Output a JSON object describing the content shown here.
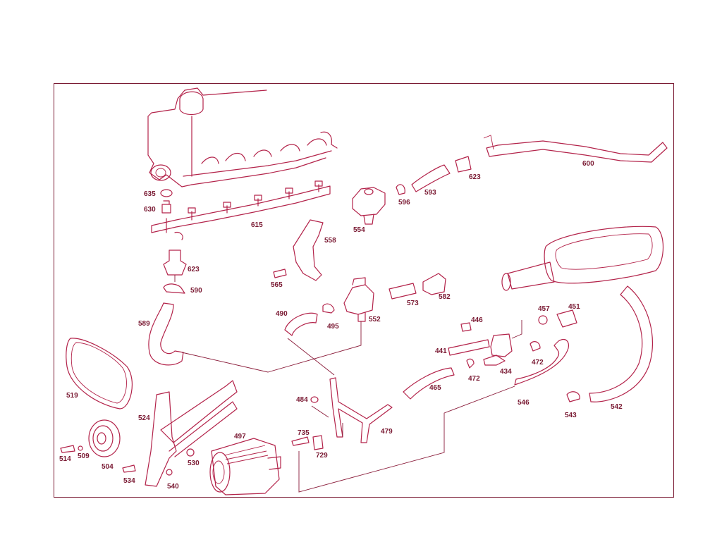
{
  "line_color": "#b3234a",
  "label_color": "#7a1a33",
  "part_numbers": {
    "p600": "600",
    "p623a": "623",
    "p593": "593",
    "p596": "596",
    "p554": "554",
    "p615": "615",
    "p635": "635",
    "p630": "630",
    "p623b": "623",
    "p590": "590",
    "p558": "558",
    "p565": "565",
    "p573": "573",
    "p582": "582",
    "p490": "490",
    "p495": "495",
    "p552": "552",
    "p589": "589",
    "p446": "446",
    "p457": "457",
    "p451": "451",
    "p441": "441",
    "p472a": "472",
    "p472b": "472",
    "p434": "434",
    "p465": "465",
    "p546": "546",
    "p543": "543",
    "p542": "542",
    "p519": "519",
    "p524": "524",
    "p484": "484",
    "p479": "479",
    "p735": "735",
    "p729": "729",
    "p497": "497",
    "p514": "514",
    "p509": "509",
    "p504": "504",
    "p534": "534",
    "p530": "530",
    "p540": "540"
  }
}
